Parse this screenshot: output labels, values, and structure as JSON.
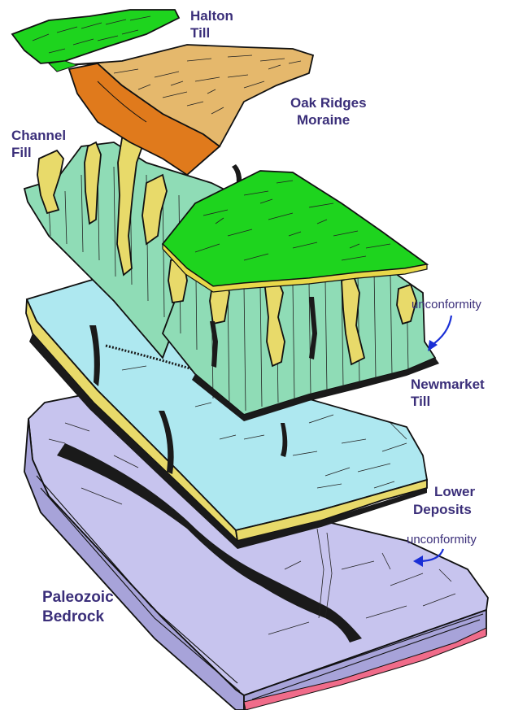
{
  "labels": {
    "halton": [
      "Halton",
      "Till"
    ],
    "oak": [
      "Oak Ridges",
      "Moraine"
    ],
    "channel": [
      "Channel",
      "Fill"
    ],
    "newmarket": [
      "Newmarket",
      "Till"
    ],
    "lower": [
      "Lower",
      "Deposits"
    ],
    "paleozoic": [
      "Paleozoic",
      "Bedrock"
    ],
    "unconformity_upper": "unconformity",
    "unconformity_lower": "unconformity"
  },
  "colors": {
    "till_green": "#1ed41e",
    "moraine_tan": "#e5b86c",
    "moraine_orange": "#e07a1c",
    "newmarket_mint": "#8fdcb6",
    "channel_yellow": "#e8da6a",
    "lower_cyan": "#aee8f0",
    "bedrock_lilac": "#c7c4ee",
    "bedrock_side": "#a7a3d9",
    "bedrock_pink": "#f06c8a",
    "label_ink": "#3b2f7a",
    "arrow_blue": "#1a2fd6"
  }
}
